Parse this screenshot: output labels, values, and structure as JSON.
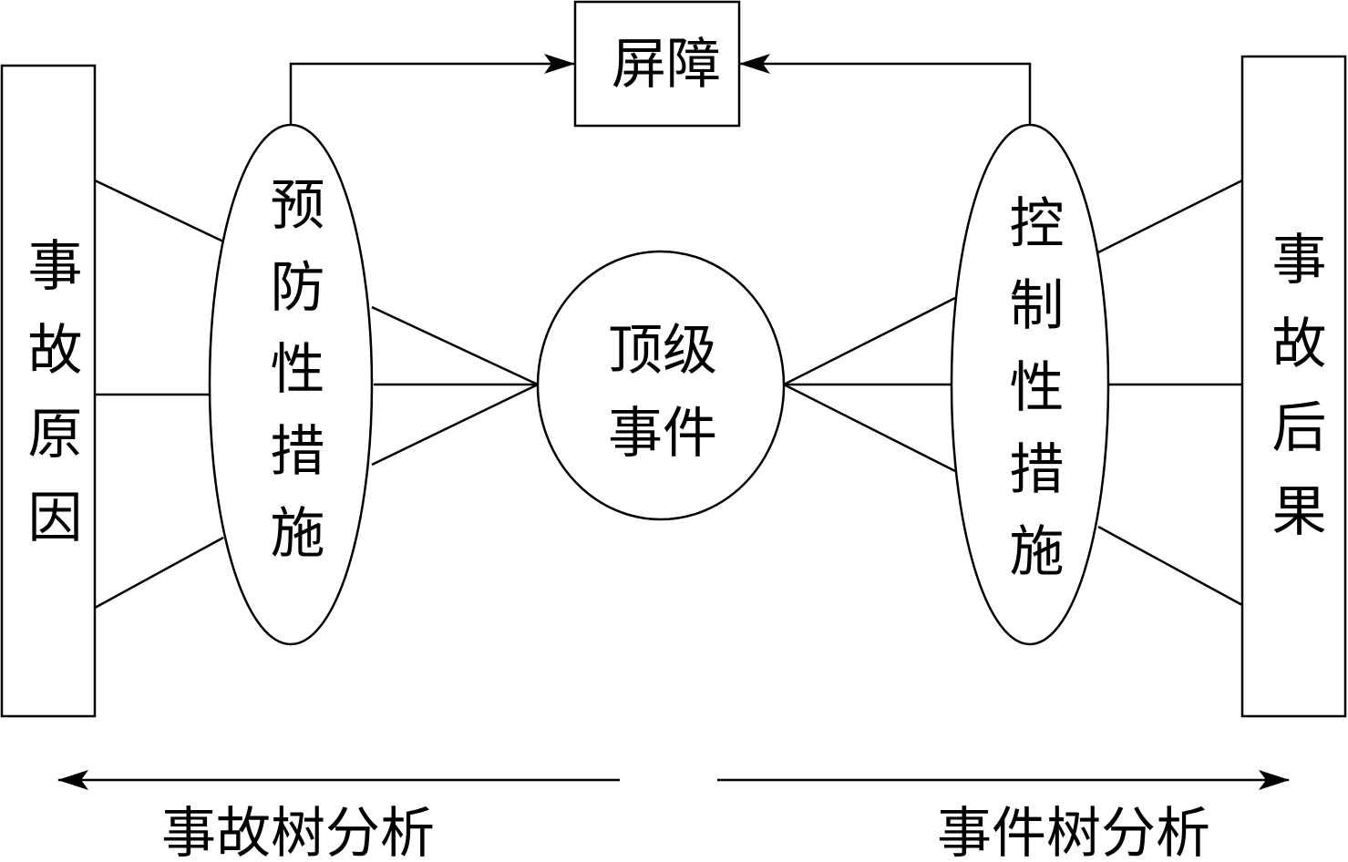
{
  "nodes": {
    "barrier": "屏障",
    "accident_cause": "事故原因",
    "preventive_measures": "预防性措施",
    "top_event_line1": "顶级",
    "top_event_line2": "事件",
    "control_measures": "控制性措施",
    "accident_consequence": "事故后果"
  },
  "directions": {
    "fault_tree": "事故树分析",
    "event_tree": "事件树分析"
  }
}
